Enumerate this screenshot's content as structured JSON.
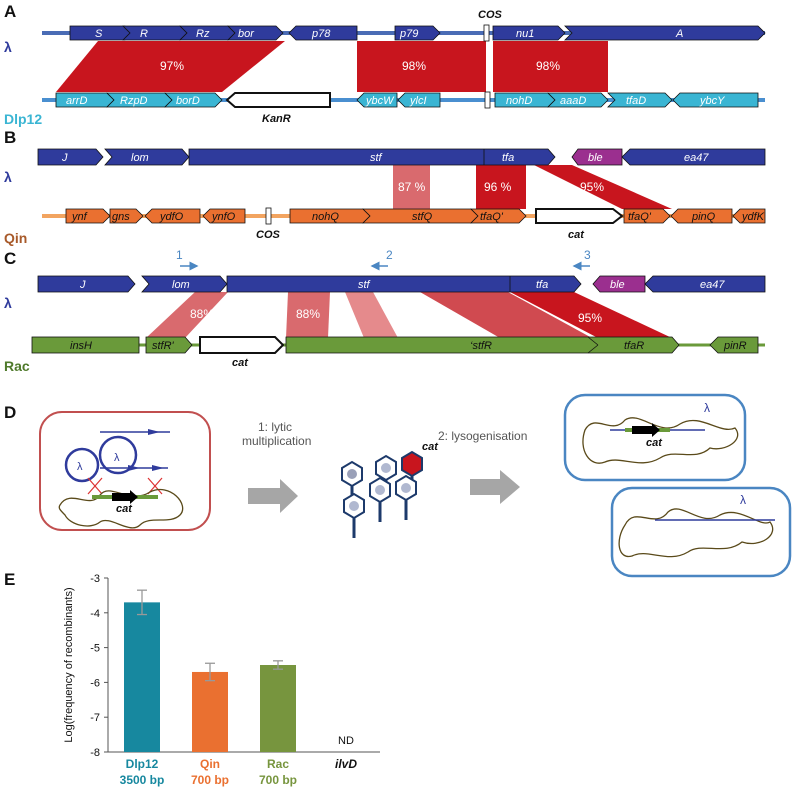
{
  "panels": {
    "A": "A",
    "B": "B",
    "C": "C",
    "D": "D",
    "E": "E"
  },
  "colors": {
    "lambda": "#2f3b9c",
    "dlp12": "#3ab5d3",
    "qin": "#ea7030",
    "rac": "#6a9a3a",
    "ble": "#9b2f8f",
    "homology": "#c8151e",
    "homology_light": "#d96a6e",
    "cell_red": "#c14f4f",
    "cell_blue": "#4a86c2",
    "bar_dlp12": "#17889f",
    "bar_qin": "#ea7030",
    "bar_rac": "#77953e"
  },
  "panel_a": {
    "top_label": "λ",
    "bottom_label": "Dlp12",
    "cos": "COS",
    "top_genes": [
      "S",
      "R",
      "Rz",
      "bor",
      "p78",
      "p79",
      "nu1",
      "A"
    ],
    "bottom_genes": [
      "arrD",
      "RzpD",
      "borD",
      "KanR",
      "ybcW",
      "ylcI",
      "nohD",
      "aaaD",
      "tfaD",
      "ybcY"
    ],
    "identities": [
      "97%",
      "98%",
      "98%"
    ]
  },
  "panel_b": {
    "top_label": "λ",
    "bottom_label": "Qin",
    "cos": "COS",
    "top_genes": [
      "J",
      "lom",
      "stf",
      "tfa",
      "ble",
      "ea47"
    ],
    "bottom_genes": [
      "ynf",
      "gns",
      "ydfO",
      "ynfO",
      "nohQ",
      "stfQ",
      "tfaQ'",
      "cat",
      "tfaQ'",
      "pinQ",
      "ydfK"
    ],
    "identities": [
      "87 %",
      "96 %",
      "95%"
    ]
  },
  "panel_c": {
    "top_label": "λ",
    "bottom_label": "Rac",
    "primers": [
      "1",
      "2",
      "3"
    ],
    "top_genes": [
      "J",
      "lom",
      "stf",
      "tfa",
      "ble",
      "ea47"
    ],
    "bottom_genes": [
      "insH",
      "stfR'",
      "cat",
      "‘stfR",
      "tfaR",
      "pinR"
    ],
    "identities": [
      "88%",
      "88%",
      "95%"
    ]
  },
  "panel_d": {
    "step1": "1: lytic\nmultiplication",
    "step1_lines": [
      "1: lytic",
      "multiplication"
    ],
    "step2": "2: lysogenisation",
    "phage_label": "λ",
    "cat": "cat"
  },
  "panel_e": {
    "ylabel": "Log(frequency of recombinants)",
    "nd": "ND"
  },
  "chart_data": {
    "type": "bar",
    "categories": [
      "Dlp12",
      "Qin",
      "Rac",
      "ilvD"
    ],
    "category_sublabels": [
      "3500 bp",
      "700 bp",
      "700 bp",
      ""
    ],
    "values": [
      -3.7,
      -5.7,
      -5.5,
      null
    ],
    "errors": [
      0.35,
      0.25,
      0.12,
      null
    ],
    "ylabel": "Log(frequency of recombinants)",
    "ylim": [
      -8,
      -3
    ],
    "yticks": [
      -3,
      -4,
      -5,
      -6,
      -7,
      -8
    ],
    "annotations": [
      "ND"
    ]
  }
}
